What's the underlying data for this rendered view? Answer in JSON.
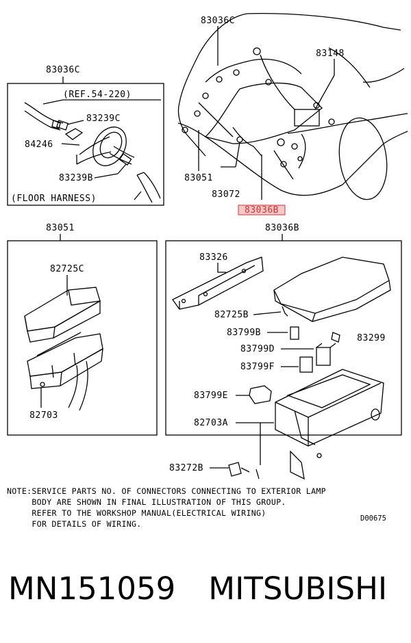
{
  "labels": {
    "inset_floor_title": "83036C",
    "ref_note": "(REF.54-220)",
    "p83239C": "83239C",
    "p84246": "84246",
    "p83239B": "83239B",
    "floor_harness": "(FLOOR HARNESS)",
    "top_83036C": "83036C",
    "p83148": "83148",
    "p83051_top": "83051",
    "p83072": "83072",
    "p83036B_highlight": "83036B",
    "box_left_title": "83051",
    "p82725C": "82725C",
    "p82703": "82703",
    "box_right_title": "83036B",
    "p83326": "83326",
    "p82725B": "82725B",
    "p83799B": "83799B",
    "p83299": "83299",
    "p83799D": "83799D",
    "p83799F": "83799F",
    "p83799E": "83799E",
    "p82703A": "82703A",
    "p83272B": "83272B"
  },
  "note": "NOTE:SERVICE PARTS NO. OF CONNECTORS CONNECTING TO EXTERIOR LAMP\n     BODY ARE SHOWN IN FINAL ILLUSTRATION OF THIS GROUP.\n     REFER TO THE WORKSHOP MANUAL(ELECTRICAL WIRING)\n     FOR DETAILS OF WIRING.",
  "drawing_code": "D00675",
  "footer": {
    "part_number": "MN151059",
    "brand": "MITSUBISHI"
  },
  "colors": {
    "highlight": "#d93030",
    "line": "#000000"
  }
}
